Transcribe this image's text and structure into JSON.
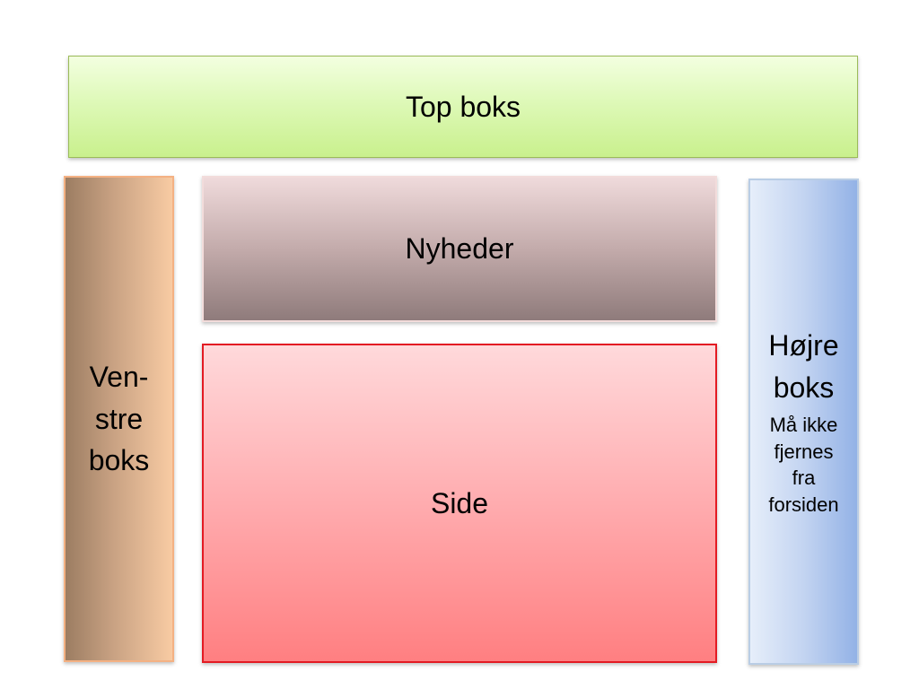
{
  "diagram": {
    "top_box": {
      "title": "Top boks",
      "color": "#c9f08d"
    },
    "left_box": {
      "title": "Ven-\nstre\nboks",
      "color": "#f8cba3"
    },
    "news_box": {
      "title": "Nyheder",
      "color": "#a08c8c"
    },
    "page_box": {
      "title": "Side",
      "color": "#ff7f81"
    },
    "right_box": {
      "title": "Højre\nboks",
      "note": "Må ikke\nfjernes\nfra\nforsiden",
      "color": "#93b2e6"
    }
  }
}
